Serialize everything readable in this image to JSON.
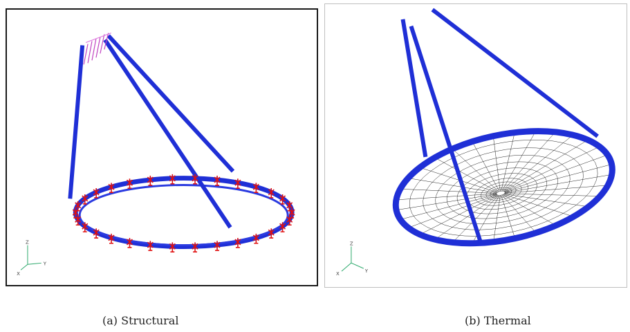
{
  "figure": {
    "panels": [
      {
        "id": "a",
        "caption": "(a) Structural",
        "triad_labels": [
          "Z",
          "X",
          "Y"
        ]
      },
      {
        "id": "b",
        "caption": "(b) Thermal",
        "triad_labels": [
          "Z",
          "X",
          "Y"
        ]
      }
    ]
  },
  "colors": {
    "structure_blue": "#1f2fd6",
    "constraint_red": "#e01010",
    "mesh_black": "#222222",
    "triad_green": "#2aa86a",
    "frame": "#1a1a1a"
  }
}
